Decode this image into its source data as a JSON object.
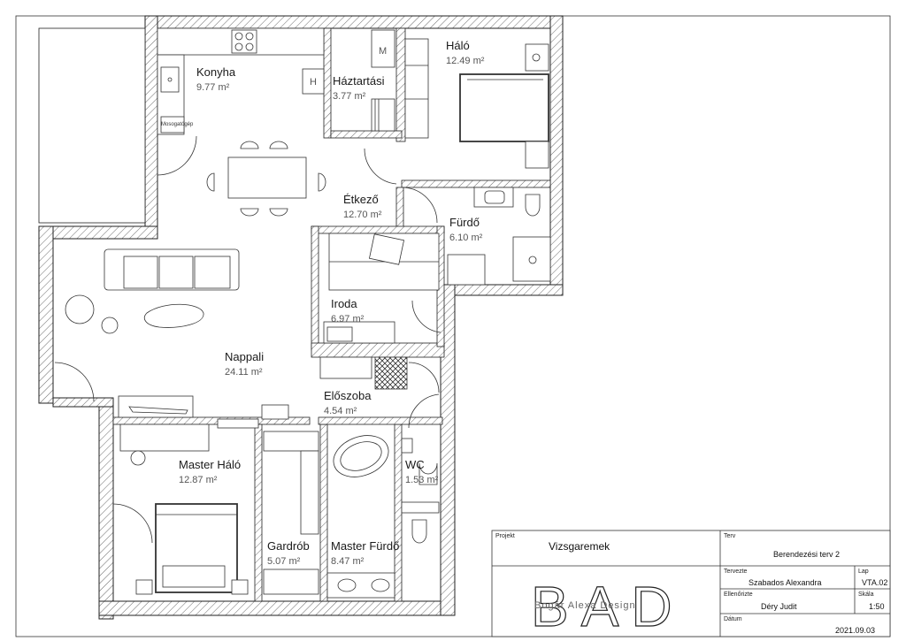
{
  "rooms": {
    "konyha": {
      "name": "Konyha",
      "area": "9.77 m²"
    },
    "haztartasi": {
      "name": "Háztartási",
      "area": "3.77 m²"
    },
    "halo": {
      "name": "Háló",
      "area": "12.49 m²"
    },
    "etkezo": {
      "name": "Étkező",
      "area": "12.70 m²"
    },
    "furdo": {
      "name": "Fürdő",
      "area": "6.10 m²"
    },
    "iroda": {
      "name": "Iroda",
      "area": "6.97 m²"
    },
    "nappali": {
      "name": "Nappali",
      "area": "24.11 m²"
    },
    "eloszoba": {
      "name": "Előszoba",
      "area": "4.54 m²"
    },
    "master_halo": {
      "name": "Master Háló",
      "area": "12.87 m²"
    },
    "wc": {
      "name": "WC",
      "area": "1.53 m²"
    },
    "gardrob": {
      "name": "Gardrób",
      "area": "5.07 m²"
    },
    "master_furdo": {
      "name": "Master Fürdő",
      "area": "8.47 m²"
    }
  },
  "labels": {
    "mosogatogep": "Mosogatógép",
    "fridge": "H",
    "washer": "M"
  },
  "title_block": {
    "projekt_label": "Projekt",
    "projekt_value": "Vizsgaremek",
    "terv_label": "Terv",
    "terv_value": "Berendezési terv 2",
    "tervezte_label": "Tervezte",
    "tervezte_value": "Szabados Alexandra",
    "lap_label": "Lap",
    "lap_value": "VTA.02",
    "ellenorizte_label": "Ellenőrizte",
    "ellenorizte_value": "Déry Judit",
    "skala_label": "Skála",
    "skala_value": "1:50",
    "datum_label": "Dátum",
    "datum_value": "2021.09.03",
    "logo_letters": "BAD",
    "logo_subtitle": "Bogár  Alexa  Design"
  }
}
